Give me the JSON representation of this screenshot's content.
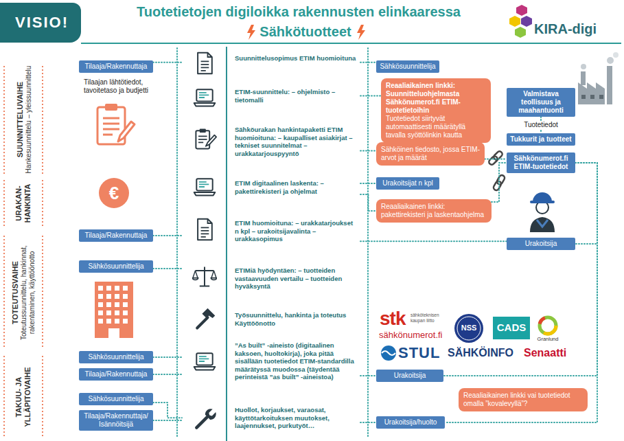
{
  "diagram": {
    "title": "Tuotetietojen digiloikka rakennusten elinkaaressa",
    "nodes": [
      {
        "text": [
          "Tilaaja/Rakennuttaja"
        ]
      },
      {
        "text": [
          "Suunnittelusopimus ETIM huomioituna"
        ]
      },
      {
        "text": [
          "Sähkösuunnittelija"
        ]
      },
      {
        "text": [
          "ETIM-suunnittelu: – ohjelmisto – tietomalli"
        ]
      },
      {
        "text": [
          "Reaaliaikainen linkki: Suunnitteluohjelmasta Sähkönumerot.fi ETIM-tuotetietoihin",
          "Tuotetiedot siirtyvät automaattisesti määrätyllä tavalla syöttölinkin kautta"
        ]
      },
      {
        "text": [
          "Valmistava teollisuus ja maahantuonti"
        ]
      },
      {
        "text": [
          "Tukkurit ja tuotteet"
        ]
      },
      {
        "text": [
          "Sähkönumerot.fi ETIM-tuotetiedot"
        ]
      },
      {
        "text": [
          "Sähköurakan hankintapaketti ETIM huomioituna: – kaupalliset asiakirjat – tekniset suunnitelmat – urakkatarjouspyyntö"
        ]
      },
      {
        "text": [
          "Sähköinen tiedosto, jossa ETIM-arvot ja määrät"
        ]
      },
      {
        "text": [
          "ETIM digitaalinen laskenta: – pakettirekisteri ja ohjelmat"
        ]
      },
      {
        "text": [
          "Urakoitsijat n kpl"
        ]
      },
      {
        "text": [
          "Reaaliaikainen linkki: pakettirekisteri ja laskentaohjelma"
        ]
      },
      {
        "text": [
          "Tilaaja/Rakennuttaja"
        ]
      },
      {
        "text": [
          "ETIM huomioituna: – urakkatarjoukset n kpl – urakoitsijavalinta – urakkasopimus"
        ]
      },
      {
        "text": [
          "Urakoitsija"
        ]
      },
      {
        "text": [
          "Sähkösuunnittelija"
        ]
      },
      {
        "text": [
          "ETIMiä hyödyntäen: – tuotteiden vastaavuuden vertailu – tuotteiden hyväksyntä"
        ]
      },
      {
        "text": [
          "Työsuunnittelu, hankinta ja toteutus Käyttöönotto"
        ]
      },
      {
        "text": [
          "Sähkösuunnittelija"
        ]
      },
      {
        "text": [
          "Tilaaja/Rakennuttaja"
        ]
      },
      {
        "text": [
          "”As built” -aineisto (digitaalinen kaksoen, huoltokirja), joka pitää sisällään tuotetiedot ETIM-standardilla määrätyssä muodossa (täydentää perinteistä ”as built” -aineistoa)"
        ]
      },
      {
        "text": [
          "Urakoitsija"
        ]
      },
      {
        "text": [
          "Reaaliaikainen linkki vai tuotetiedot omalla ”kovalevyllä”?"
        ]
      },
      {
        "text": [
          "Sähkösuunnittelija"
        ]
      },
      {
        "text": [
          "Tilaaja/Rakennuttaja/ Isännöitsijä"
        ]
      },
      {
        "text": [
          "Huollot, korjaukset, varaosat, käyttötarkoituksen muutokset, laajennukset, purkutyöt…"
        ]
      },
      {
        "text": [
          "Urakoitsija/huolto"
        ]
      }
    ],
    "edges": [
      {
        "from": 0,
        "to": 1,
        "arrow": "none"
      },
      {
        "from": 1,
        "to": 2,
        "arrow": "none"
      },
      {
        "from": 3,
        "to": 4,
        "arrow": "none"
      },
      {
        "from": 5,
        "to": 6,
        "label": "Tuotetiedot",
        "arrow": "none"
      },
      {
        "from": 9,
        "to": 7,
        "arrow": "none"
      },
      {
        "from": 12,
        "to": 7,
        "arrow": "none"
      },
      {
        "from": 8,
        "to": 9,
        "arrow": "none"
      },
      {
        "from": 10,
        "to": 11,
        "arrow": "none"
      },
      {
        "from": 10,
        "to": 12,
        "arrow": "none"
      },
      {
        "from": 13,
        "to": 14,
        "arrow": "none"
      },
      {
        "from": 14,
        "to": 15,
        "arrow": "none"
      },
      {
        "from": 16,
        "to": 17,
        "arrow": "none"
      },
      {
        "from": 19,
        "to": 21,
        "arrow": "none"
      },
      {
        "from": 20,
        "to": 21,
        "arrow": "none"
      },
      {
        "from": 21,
        "to": 22,
        "arrow": "none"
      },
      {
        "from": 24,
        "to": 26,
        "arrow": "none"
      },
      {
        "from": 25,
        "to": 26,
        "arrow": "none"
      },
      {
        "from": 26,
        "to": 27,
        "arrow": "none"
      },
      {
        "from": 7,
        "to": 15,
        "arrow": "none"
      },
      {
        "from": 7,
        "to": 22,
        "arrow": "none"
      },
      {
        "from": 7,
        "to": 27,
        "arrow": "none"
      }
    ],
    "labels": [
      "VISIO!",
      "Sähkötuotteet",
      "KIRA-digi",
      "SUUNNITTELUVAIHE",
      "Hankesuunnittelu – yleissuunnittelu",
      "URAKAN-HANKINTA",
      "TOTEUTUSVAIHE",
      "Toteutussuunnittelu, hankinnat, rakentaminen, käyttöönotto",
      "TAKUU- JA YLLÄPITOVAIHE",
      "Tilaajan lähtötiedot, tavoitetaso ja budjetti",
      "€",
      "stk",
      "sähköteknisen kaupan liitto",
      "sähkönumerot.fi",
      "NSS",
      "CADS",
      "Granlund",
      "STUL",
      "SÄHKÖINFO",
      "Senaatti"
    ]
  }
}
